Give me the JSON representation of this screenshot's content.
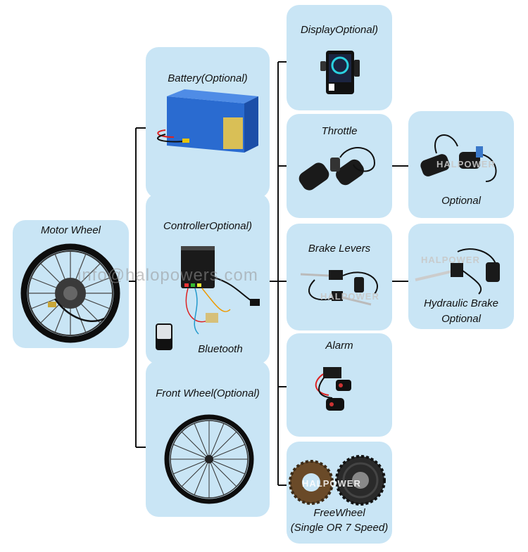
{
  "nodes": {
    "motor_wheel": {
      "label": "Motor Wheel"
    },
    "battery": {
      "label": "Battery(Optional)"
    },
    "controller": {
      "label": "ControllerOptional)",
      "sub_label": "Bluetooth"
    },
    "front_wheel": {
      "label": "Front Wheel(Optional)"
    },
    "display": {
      "label": "DisplayOptional)"
    },
    "throttle": {
      "label": "Throttle"
    },
    "throttle_option": {
      "label": "Optional"
    },
    "brake_levers": {
      "label": "Brake Levers"
    },
    "hydraulic_brake": {
      "label": "Hydraulic Brake",
      "label2": "Optional"
    },
    "alarm": {
      "label": "Alarm"
    },
    "freewheel": {
      "label": "FreeWheel",
      "label2": "(Single OR 7 Speed)"
    }
  },
  "watermarks": {
    "brand": "HALPOWER",
    "email": "info@halopowers.com"
  },
  "colors": {
    "box_fill": "#c9e5f5",
    "connector": "#111111"
  }
}
